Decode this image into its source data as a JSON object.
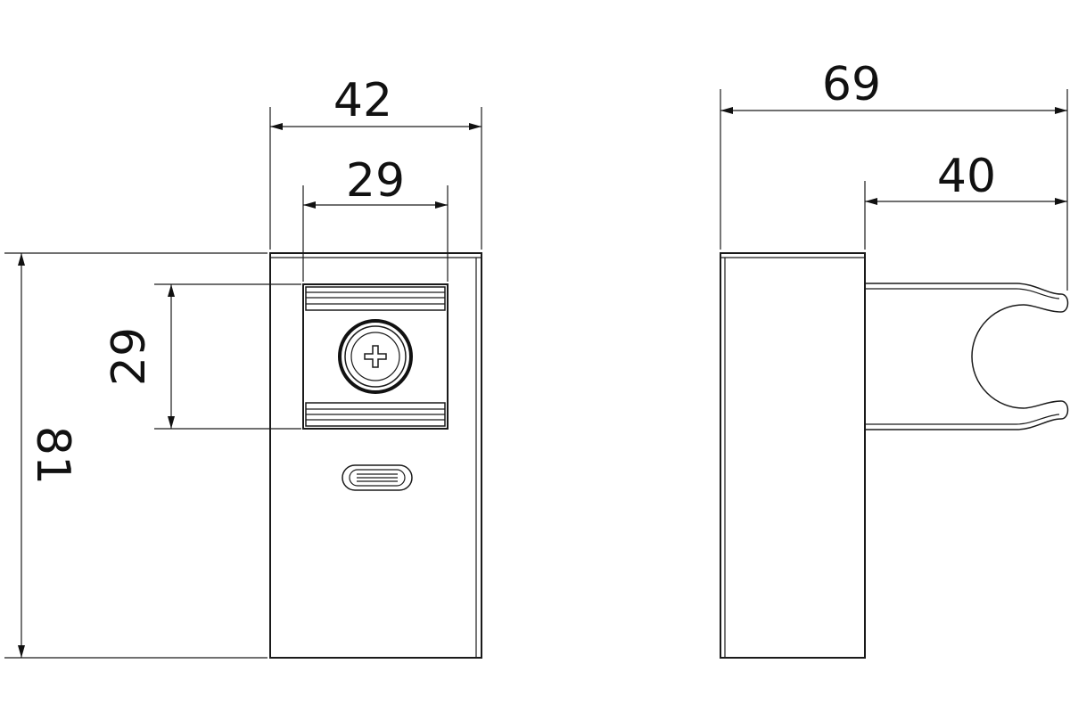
{
  "dimensions": {
    "front_total_width": "42",
    "front_inner_width": "29",
    "front_inner_height": "29",
    "front_total_height": "81",
    "side_total_depth": "69",
    "side_arm_depth": "40"
  },
  "colors": {
    "line": "#1a1a1a",
    "background": "#ffffff"
  }
}
